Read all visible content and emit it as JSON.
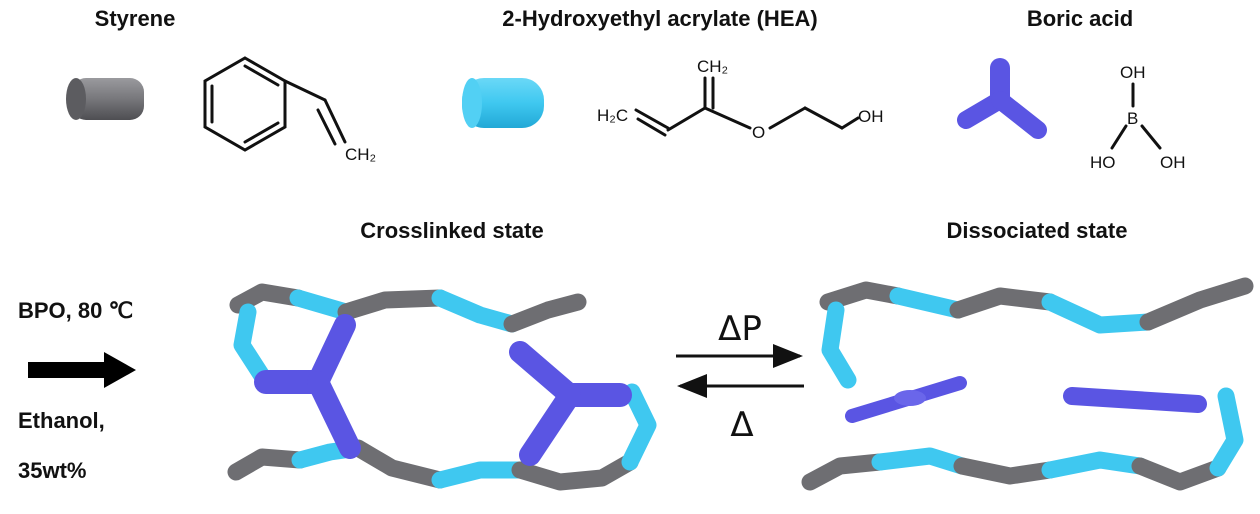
{
  "monomers": {
    "styrene": {
      "title": "Styrene",
      "ch2": "CH₂"
    },
    "hea": {
      "title": "2-Hydroxyethyl acrylate (HEA)",
      "h2c": "H₂C",
      "ch2": "CH₂",
      "o": "O",
      "oh": "OH"
    },
    "boric_acid": {
      "title": "Boric acid",
      "oh_top": "OH",
      "b": "B",
      "ho_left": "HO",
      "oh_right": "OH"
    }
  },
  "conditions": {
    "line1": "BPO, 80 ℃",
    "line2": "Ethanol,",
    "line3": "35wt%"
  },
  "states": {
    "crosslinked": "Crosslinked state",
    "dissociated": "Dissociated state"
  },
  "equilibrium": {
    "forward": "ΔP",
    "reverse": "Δ"
  },
  "colors": {
    "styrene": "#6e6e72",
    "hea": "#3fc8f0",
    "boric_acid": "#5a55e3"
  }
}
